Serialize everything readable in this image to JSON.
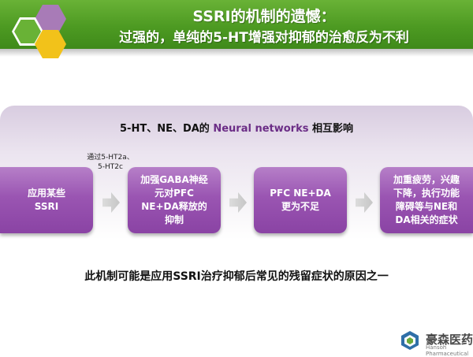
{
  "header": {
    "title_line1": "SSRI的机制的遗憾：",
    "title_line2": "过强的，单纯的5-HT增强对抑郁的治愈反为不利"
  },
  "panel": {
    "title_prefix": "5-HT、NE、DA的 ",
    "title_highlight": "Neural networks",
    "title_suffix": " 相互影响",
    "via_line1": "通过5-HT2a、",
    "via_line2": "5-HT2c",
    "boxes": [
      {
        "lines": [
          "应用某些",
          "SSRI"
        ]
      },
      {
        "lines": [
          "加强GABA神经",
          "元对PFC",
          "NE+DA释放的",
          "抑制"
        ]
      },
      {
        "lines": [
          "PFC NE+DA",
          "更为不足"
        ]
      },
      {
        "lines": [
          "加重疲劳，兴趣",
          "下降，执行功能",
          "障碍等与NE和",
          "DA相关的症状"
        ]
      }
    ]
  },
  "conclusion": "此机制可能是应用SSRI治疗抑郁后常见的残留症状的原因之一",
  "logo": {
    "name_cn": "豪森医药",
    "name_en": "Hansoh  Pharmaceutical"
  },
  "colors": {
    "header_green": "#4d9a22",
    "box_purple": "#9a55b2",
    "highlight_purple": "#6b2d86"
  }
}
